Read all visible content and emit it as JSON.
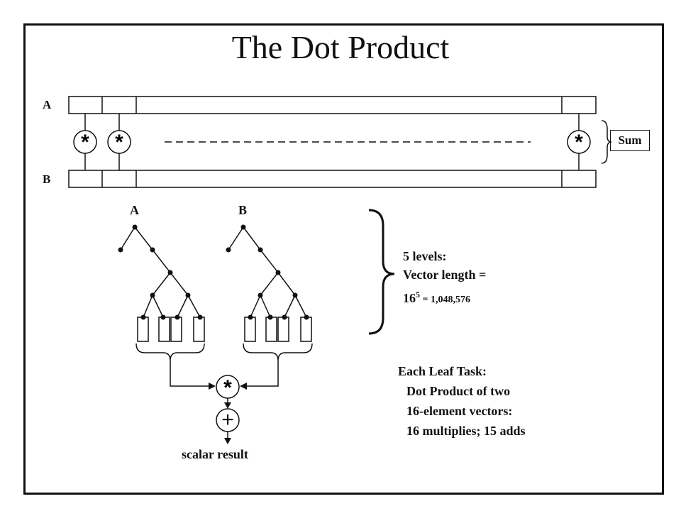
{
  "title": "The Dot Product",
  "top_diagram": {
    "label_a": "A",
    "label_b": "B",
    "multiply_symbol": "*",
    "sum_label": "Sum"
  },
  "tree_diagram": {
    "label_a": "A",
    "label_b": "B",
    "multiply_symbol": "*",
    "add_symbol": "+",
    "result_label": "scalar result"
  },
  "levels_note": {
    "line1": "5 levels:",
    "line2": "Vector length =",
    "base": "16",
    "exponent": "5",
    "value": " = 1,048,576"
  },
  "leaf_task": {
    "line1": "Each Leaf Task:",
    "line2": "Dot Product of two",
    "line3": "16-element vectors:",
    "line4": "16 multiplies; 15 adds"
  }
}
